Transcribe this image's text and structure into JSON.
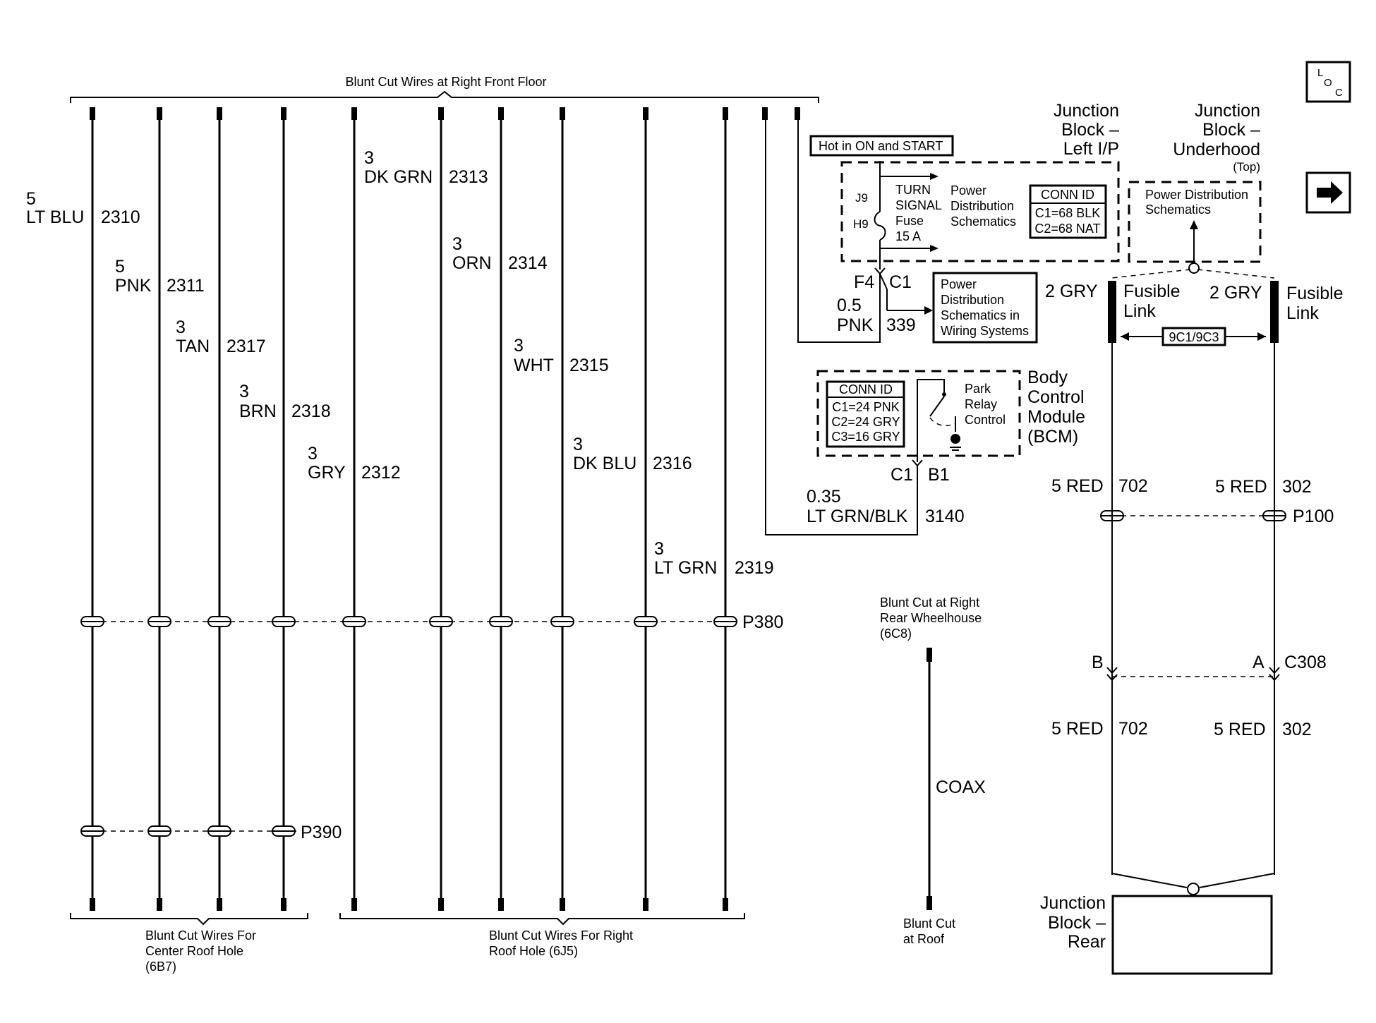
{
  "loc_label": "LOC",
  "top_bracket": {
    "label": "Blunt Cut Wires at Right Front Floor"
  },
  "wires": [
    {
      "gauge": "5",
      "color": "LT BLU",
      "circuit": "2310"
    },
    {
      "gauge": "5",
      "color": "PNK",
      "circuit": "2311"
    },
    {
      "gauge": "3",
      "color": "TAN",
      "circuit": "2317"
    },
    {
      "gauge": "3",
      "color": "BRN",
      "circuit": "2318"
    },
    {
      "gauge": "3",
      "color": "GRY",
      "circuit": "2312"
    },
    {
      "gauge": "3",
      "color": "DK GRN",
      "circuit": "2313"
    },
    {
      "gauge": "3",
      "color": "ORN",
      "circuit": "2314"
    },
    {
      "gauge": "3",
      "color": "WHT",
      "circuit": "2315"
    },
    {
      "gauge": "3",
      "color": "DK BLU",
      "circuit": "2316"
    },
    {
      "gauge": "3",
      "color": "LT GRN",
      "circuit": "2319"
    }
  ],
  "connectors": {
    "p380": "P380",
    "p390": "P390",
    "p100": "P100",
    "c308": "C308",
    "pin_b": "B",
    "pin_a": "A"
  },
  "bottom_left_bracket": {
    "line1": "Blunt Cut Wires For",
    "line2": "Center Roof Hole",
    "line3": "(6B7)"
  },
  "bottom_right_bracket": {
    "line1": "Blunt Cut Wires For Right",
    "line2": "Roof Hole (6J5)"
  },
  "junction_left_ip": {
    "line1": "Junction",
    "line2": "Block –",
    "line3": "Left I/P"
  },
  "junction_underhood": {
    "line1": "Junction",
    "line2": "Block –",
    "line3": "Underhood",
    "line4": "(Top)"
  },
  "junction_rear": {
    "line1": "Junction",
    "line2": "Block –",
    "line3": "Rear"
  },
  "hot_label": "Hot in ON and START",
  "fuse": {
    "pin_in": "J9",
    "pin_out": "H9",
    "line1": "TURN",
    "line2": "SIGNAL",
    "line3": "Fuse",
    "line4": "15 A",
    "ref_line1": "Power",
    "ref_line2": "Distribution",
    "ref_line3": "Schematics"
  },
  "conn_id_ip": {
    "title": "CONN ID",
    "row1": "C1=68 BLK",
    "row2": "C2=68 NAT"
  },
  "pds_underhood": {
    "line1": "Power Distribution",
    "line2": "Schematics"
  },
  "f4_c1": {
    "pin": "F4",
    "conn": "C1",
    "gauge": "0.5",
    "color": "PNK",
    "circuit": "339"
  },
  "pds_wiring": {
    "line1": "Power",
    "line2": "Distribution",
    "line3": "Schematics in",
    "line4": "Wiring Systems"
  },
  "fusible_left": {
    "wire": "2 GRY",
    "line1": "Fusible",
    "line2": "Link"
  },
  "fusible_right": {
    "wire": "2 GRY",
    "line1": "Fusible",
    "line2": "Link"
  },
  "fusible_ref": "9C1/9C3",
  "bcm": {
    "line1": "Body",
    "line2": "Control",
    "line3": "Module",
    "line4": "(BCM)",
    "relay_line1": "Park",
    "relay_line2": "Relay",
    "relay_line3": "Control",
    "conn_title": "CONN ID",
    "conn_row1": "C1=24 PNK",
    "conn_row2": "C2=24 GRY",
    "conn_row3": "C3=16 GRY",
    "conn": "C1",
    "pin": "B1"
  },
  "wire_3140": {
    "gauge": "0.35",
    "color": "LT GRN/BLK",
    "circuit": "3140"
  },
  "wire_702_upper": {
    "gauge_color": "5 RED",
    "circuit": "702"
  },
  "wire_302_upper": {
    "gauge_color": "5 RED",
    "circuit": "302"
  },
  "wire_702_lower": {
    "gauge_color": "5 RED",
    "circuit": "702"
  },
  "wire_302_lower": {
    "gauge_color": "5 RED",
    "circuit": "302"
  },
  "coax": {
    "top_line1": "Blunt Cut at Right",
    "top_line2": "Rear Wheelhouse",
    "top_line3": "(6C8)",
    "label": "COAX",
    "bottom_line1": "Blunt Cut",
    "bottom_line2": "at Roof"
  }
}
